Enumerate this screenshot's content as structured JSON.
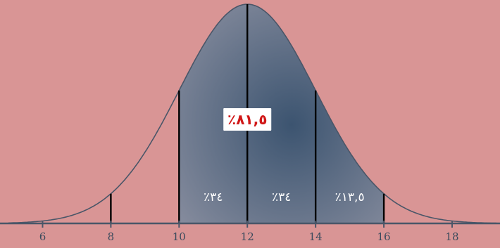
{
  "chart_data": {
    "type": "area",
    "title": "",
    "xlabel": "",
    "ylabel": "",
    "distribution": {
      "mean": 12,
      "sd": 2
    },
    "xlim": [
      5.0,
      19.3
    ],
    "xticks": [
      6,
      8,
      10,
      12,
      14,
      16,
      18
    ],
    "tick_labels": [
      "6",
      "8",
      "10",
      "12",
      "14",
      "16",
      "18"
    ],
    "shaded_range": [
      10,
      16
    ],
    "dividers": [
      8,
      10,
      12,
      14,
      16
    ],
    "regions": [
      {
        "from": 10,
        "to": 12,
        "label": "٪٣٤"
      },
      {
        "from": 12,
        "to": 14,
        "label": "٪٣٤"
      },
      {
        "from": 14,
        "to": 16,
        "label": "٪١٣,٥"
      }
    ],
    "total_label": "٪٨١,٥",
    "colors": {
      "background": "#d99595",
      "shade_dark": "#3c5470",
      "shade_light": "#8a8fa0",
      "curve": "#4a5668",
      "total_label": "#d01818",
      "region_label": "#ffffff"
    }
  }
}
